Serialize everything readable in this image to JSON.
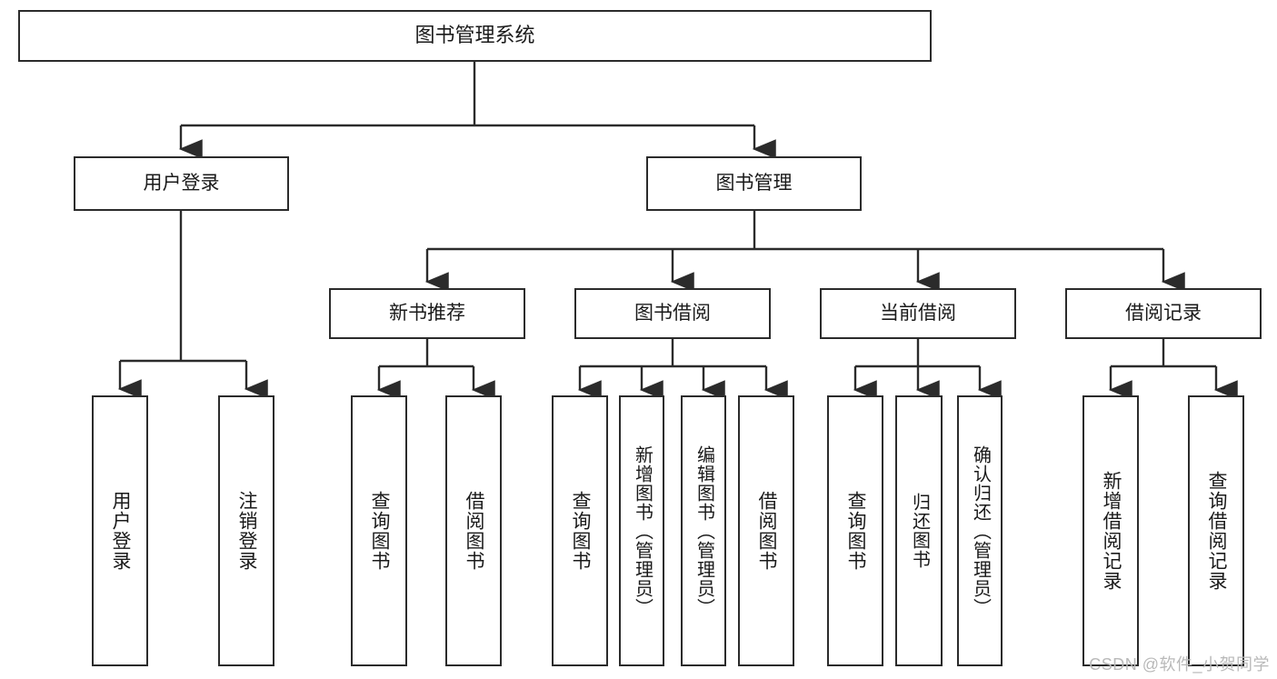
{
  "diagram": {
    "title": "图书管理系统",
    "root": {
      "label": "图书管理系统"
    },
    "level2": [
      {
        "label": "用户登录"
      },
      {
        "label": "图书管理"
      }
    ],
    "level3": [
      {
        "label": "新书推荐"
      },
      {
        "label": "图书借阅"
      },
      {
        "label": "当前借阅"
      },
      {
        "label": "借阅记录"
      }
    ],
    "leaves": [
      {
        "label": "用户登录"
      },
      {
        "label": "注销登录"
      },
      {
        "label": "查询图书"
      },
      {
        "label": "借阅图书"
      },
      {
        "label": "查询图书"
      },
      {
        "label": "新增图书（管理员）"
      },
      {
        "label": "编辑图书（管理员）"
      },
      {
        "label": "借阅图书"
      },
      {
        "label": "查询图书"
      },
      {
        "label": "归还图书"
      },
      {
        "label": "确认归还（管理员）"
      },
      {
        "label": "新增借阅记录"
      },
      {
        "label": "查询借阅记录"
      }
    ],
    "watermark": "CSDN @软件_小贺同学",
    "colors": {
      "stroke": "#2b2b2b",
      "fill": "#ffffff",
      "text": "#1a1a1a",
      "watermark": "#b9b9b9"
    }
  }
}
